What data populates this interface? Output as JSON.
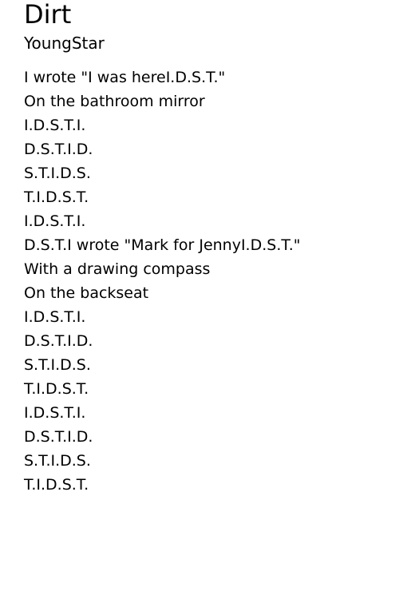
{
  "song": {
    "title": "Dirt",
    "artist": "YoungStar"
  },
  "lyrics": [
    "I wrote \"I was hereI.D.S.T.\"",
    "On the bathroom mirror",
    "I.D.S.T.I.",
    "D.S.T.I.D.",
    "S.T.I.D.S.",
    "T.I.D.S.T.",
    "I.D.S.T.I.",
    "D.S.T.I wrote \"Mark for JennyI.D.S.T.\"",
    "With a drawing compass",
    "On the backseat",
    "I.D.S.T.I.",
    "D.S.T.I.D.",
    "S.T.I.D.S.",
    "T.I.D.S.T.",
    "I.D.S.T.I.",
    "D.S.T.I.D.",
    "S.T.I.D.S.",
    "T.I.D.S.T."
  ]
}
